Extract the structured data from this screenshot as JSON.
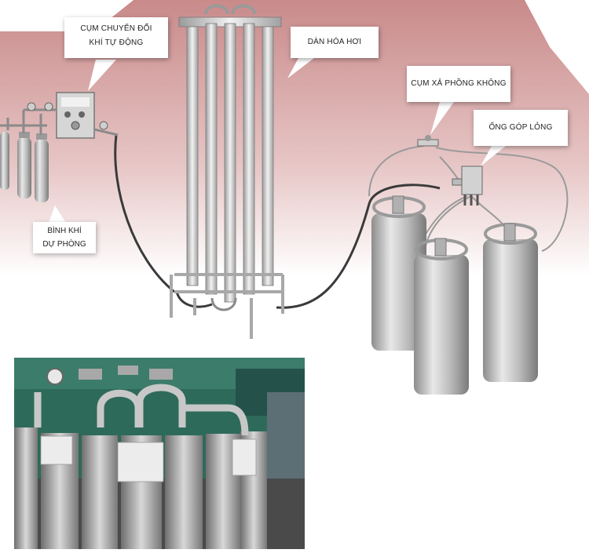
{
  "callouts": {
    "switchover": {
      "line1": "CỤM CHUYỂN ĐỔI",
      "line2": "KHÍ TỰ ĐỘNG"
    },
    "vaporizer": {
      "text": "DÀN HÓA HƠI"
    },
    "vent": {
      "text": "CỤM XẢ PHỒNG KHÔNG"
    },
    "liquid_manifold": {
      "text": "ỐNG GÓP LỎNG"
    },
    "backup_cylinders": {
      "line1": "BÌNH KHÍ",
      "line2": "DỰ PHÒNG"
    }
  },
  "colors": {
    "backdrop_top": "#c98a8a",
    "backdrop_bottom": "#ffffff",
    "steel_light": "#e4e4e4",
    "steel_dark": "#8c8c8c",
    "hose": "#3a3a3a",
    "photo_wall": "#2e6a5a"
  }
}
